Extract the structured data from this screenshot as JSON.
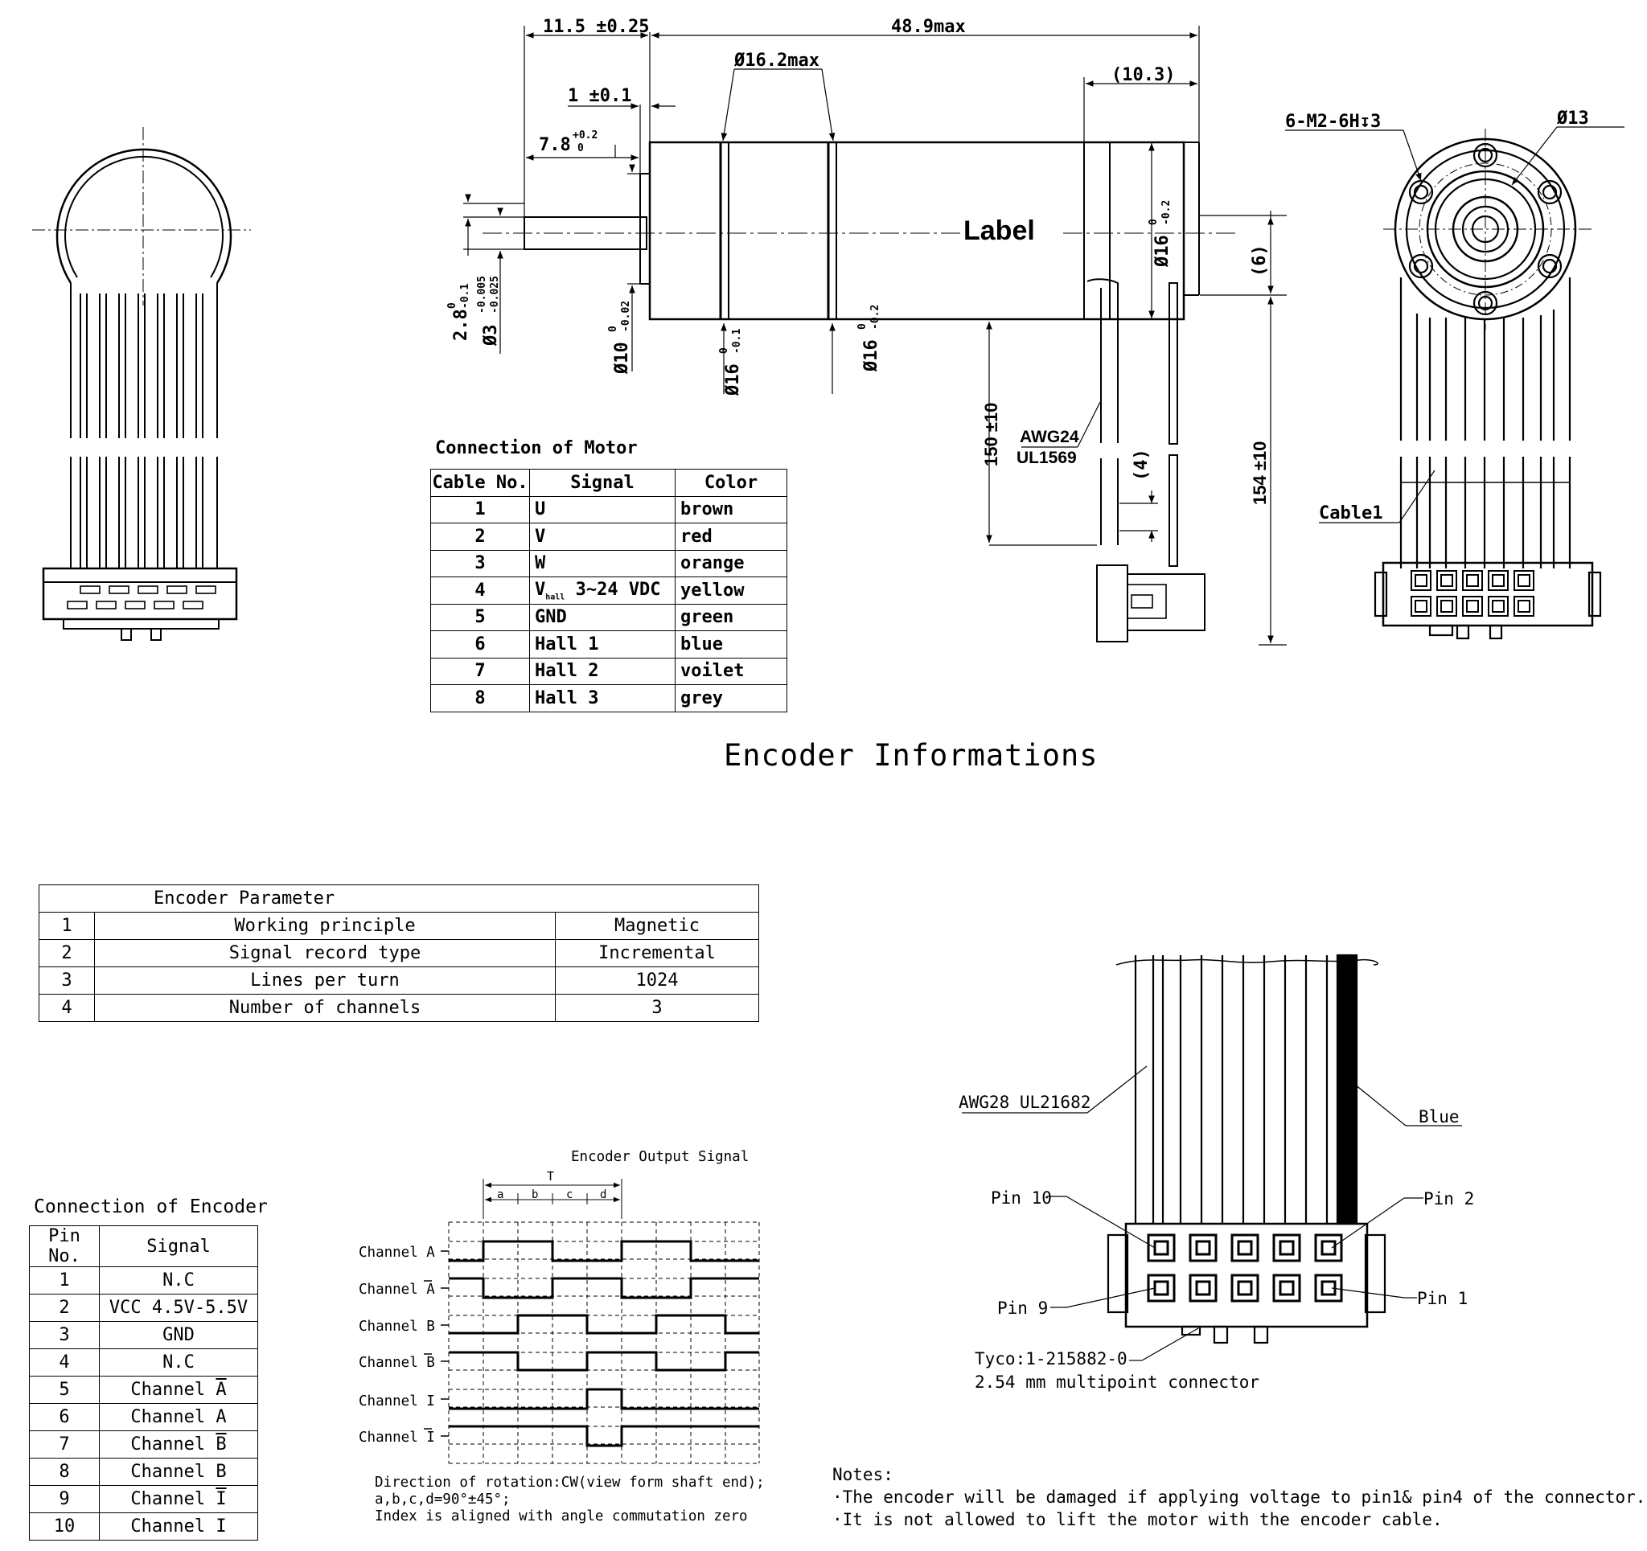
{
  "dimensions": {
    "d_11_5": "11.5 ±0.25",
    "d_48_9": "48.9max",
    "d_16_2": "Ø16.2max",
    "d_1": "1 ±0.1",
    "d_7_8": "7.8",
    "d_7_8_tol_upper": "+0.2",
    "d_7_8_tol_lower": "0",
    "d_10_3": "(10.3)",
    "d_m2": "6-M2-6H↧3",
    "d_13": "Ø13",
    "d_2_8": "2.8",
    "d_2_8_tol_upper": "0",
    "d_2_8_tol_lower": "-0.1",
    "d_3": "Ø3",
    "d_3_tol_upper": "-0.005",
    "d_3_tol_lower": "-0.025",
    "d_10": "Ø10",
    "d_10_tol_upper": "0",
    "d_10_tol_lower": "-0.02",
    "d_16a": "Ø16",
    "d_16a_tol_upper": "0",
    "d_16a_tol_lower": "-0.1",
    "d_16b": "Ø16",
    "d_16b_tol_upper": "0",
    "d_16b_tol_lower": "-0.2",
    "d_16c": "Ø16",
    "d_16c_tol_upper": "0",
    "d_16c_tol_lower": "-0.2",
    "d_6": "(6)",
    "d_150": "150 ±10",
    "d_154": "154 ±10",
    "d_4": "(4)",
    "label_text": "Label",
    "awg24": "AWG24",
    "ul1569": "UL1569",
    "cable1": "Cable1"
  },
  "motor_connection": {
    "caption": "Connection of Motor",
    "headers": [
      "Cable No.",
      "Signal",
      "Color"
    ],
    "rows": [
      {
        "no": "1",
        "signal": "U",
        "color": "brown"
      },
      {
        "no": "2",
        "signal": "V",
        "color": "red"
      },
      {
        "no": "3",
        "signal": "W",
        "color": "orange"
      },
      {
        "no": "4",
        "signal": "V",
        "signal_sub": "hall",
        "signal_rest": " 3∼24 VDC",
        "color": "yellow"
      },
      {
        "no": "5",
        "signal": "GND",
        "color": "green"
      },
      {
        "no": "6",
        "signal": "Hall 1",
        "color": "blue"
      },
      {
        "no": "7",
        "signal": "Hall 2",
        "color": "voilet"
      },
      {
        "no": "8",
        "signal": "Hall 3",
        "color": "grey"
      }
    ]
  },
  "encoder_title": "Encoder Informations",
  "encoder_parameter": {
    "header": "Encoder Parameter",
    "rows": [
      {
        "no": "1",
        "name": "Working principle",
        "value": "Magnetic"
      },
      {
        "no": "2",
        "name": "Signal record type",
        "value": "Incremental"
      },
      {
        "no": "3",
        "name": "Lines per turn",
        "value": "1024"
      },
      {
        "no": "4",
        "name": "Number of channels",
        "value": "3"
      }
    ]
  },
  "encoder_connection": {
    "caption": "Connection of Encoder",
    "headers": [
      "Pin No.",
      "Signal"
    ],
    "rows": [
      {
        "pin": "1",
        "signal": "N.C",
        "bar": ""
      },
      {
        "pin": "2",
        "signal": "VCC 4.5V-5.5V",
        "bar": ""
      },
      {
        "pin": "3",
        "signal": "GND",
        "bar": ""
      },
      {
        "pin": "4",
        "signal": "N.C",
        "bar": ""
      },
      {
        "pin": "5",
        "signal": "Channel ",
        "bar": "A"
      },
      {
        "pin": "6",
        "signal": "Channel A",
        "bar": ""
      },
      {
        "pin": "7",
        "signal": "Channel ",
        "bar": "B"
      },
      {
        "pin": "8",
        "signal": "Channel B",
        "bar": ""
      },
      {
        "pin": "9",
        "signal": "Channel ",
        "bar": "I"
      },
      {
        "pin": "10",
        "signal": "Channel I",
        "bar": ""
      }
    ]
  },
  "output_signal": {
    "title": "Encoder Output Signal",
    "period_label": "T",
    "segments": [
      "a",
      "b",
      "c",
      "d"
    ],
    "channels": [
      {
        "label": "Channel A",
        "bar": false
      },
      {
        "label": "Channel A",
        "bar": true
      },
      {
        "label": "Channel B",
        "bar": false
      },
      {
        "label": "Channel B",
        "bar": true
      },
      {
        "label": "Channel I",
        "bar": false
      },
      {
        "label": "Channel I",
        "bar": true
      }
    ],
    "rotation_note": [
      "Direction of rotation:CW(view form shaft end);",
      "a,b,c,d=90°±45°;",
      "Index is aligned with angle commutation zero"
    ]
  },
  "connector_detail": {
    "cable": "AWG28 UL21682",
    "blue": "Blue",
    "pin10": "Pin 10",
    "pin2": "Pin 2",
    "pin9": "Pin 9",
    "pin1": "Pin 1",
    "part": "Tyco:1-215882-0",
    "desc": "2.54 mm multipoint connector"
  },
  "notes": {
    "title": "Notes:",
    "items": [
      "·The encoder will be damaged if applying voltage to pin1& pin4 of the connector.",
      "·It is not allowed to lift the motor with the encoder cable."
    ]
  }
}
